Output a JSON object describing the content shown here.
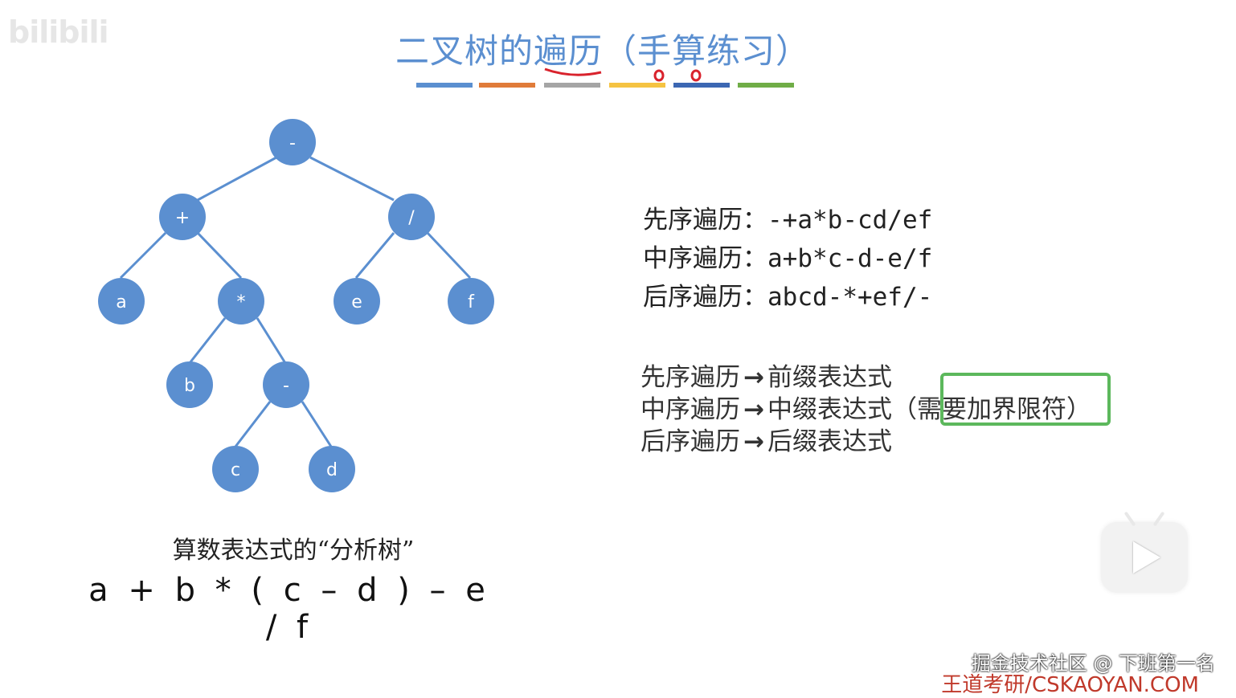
{
  "slide": {
    "title": "二叉树的遍历（手算练习）",
    "title_bar_colors": [
      "#5b8fd0",
      "#e07b39",
      "#a5a5a5",
      "#f5c342",
      "#3c67b3",
      "#70ad47"
    ]
  },
  "watermarks": {
    "top_left": "bilibili",
    "bottom_right_1": "掘金技术社区 @ 下班第一名",
    "bottom_right_2": "王道考研/CSKAOYAN.COM"
  },
  "tree": {
    "node_color": "#5b8fd0",
    "nodes": [
      {
        "id": "root",
        "label": "-"
      },
      {
        "id": "plus",
        "label": "+"
      },
      {
        "id": "div",
        "label": "/"
      },
      {
        "id": "a",
        "label": "a"
      },
      {
        "id": "mul",
        "label": "*"
      },
      {
        "id": "e",
        "label": "e"
      },
      {
        "id": "f",
        "label": "f"
      },
      {
        "id": "b",
        "label": "b"
      },
      {
        "id": "minus",
        "label": "-"
      },
      {
        "id": "c",
        "label": "c"
      },
      {
        "id": "d",
        "label": "d"
      }
    ],
    "caption": "算数表达式的“分析树”",
    "expression": "a + b * ( c – d ) – e / f"
  },
  "traversals": [
    {
      "label": "先序遍历：",
      "value": "-+a*b-cd/ef"
    },
    {
      "label": "中序遍历：",
      "value": "a+b*c-d-e/f"
    },
    {
      "label": "后序遍历：",
      "value": "abcd-*+ef/-"
    }
  ],
  "notes": [
    {
      "left": "先序遍历",
      "arrow": "→",
      "right": "前缀表达式",
      "extra": ""
    },
    {
      "left": "中序遍历",
      "arrow": "→",
      "right": "中缀表达式",
      "extra": "（需要加界限符）"
    },
    {
      "left": "后序遍历",
      "arrow": "→",
      "right": "后缀表达式",
      "extra": ""
    }
  ],
  "note_box_color": "#5cb85c"
}
